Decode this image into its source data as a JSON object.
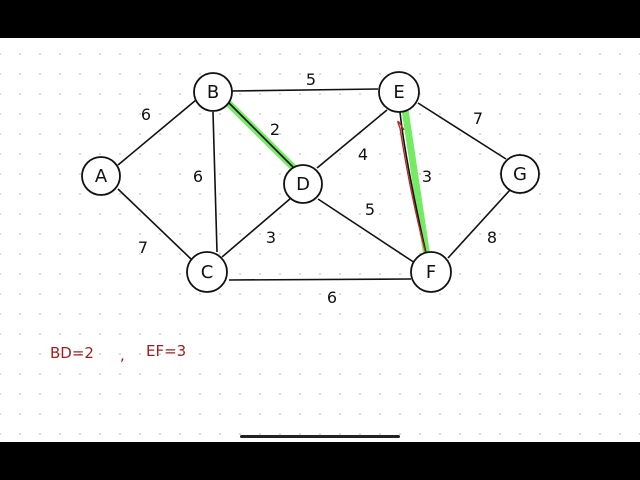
{
  "nodes": {
    "A": "A",
    "B": "B",
    "C": "C",
    "D": "D",
    "E": "E",
    "F": "F",
    "G": "G"
  },
  "weights": {
    "AB": "6",
    "AC": "7",
    "BC": "6",
    "BD": "2",
    "BE": "5",
    "CD": "3",
    "CF": "6",
    "DE": "4",
    "DF": "5",
    "EF": "3",
    "EG": "7",
    "FG": "8"
  },
  "annotation": {
    "bd": "BD=2",
    "comma": ",",
    "ef": "EF=3"
  },
  "colors": {
    "highlight": "#5ee84a",
    "pen": "#111111",
    "red_ink": "#9a1f1f"
  }
}
